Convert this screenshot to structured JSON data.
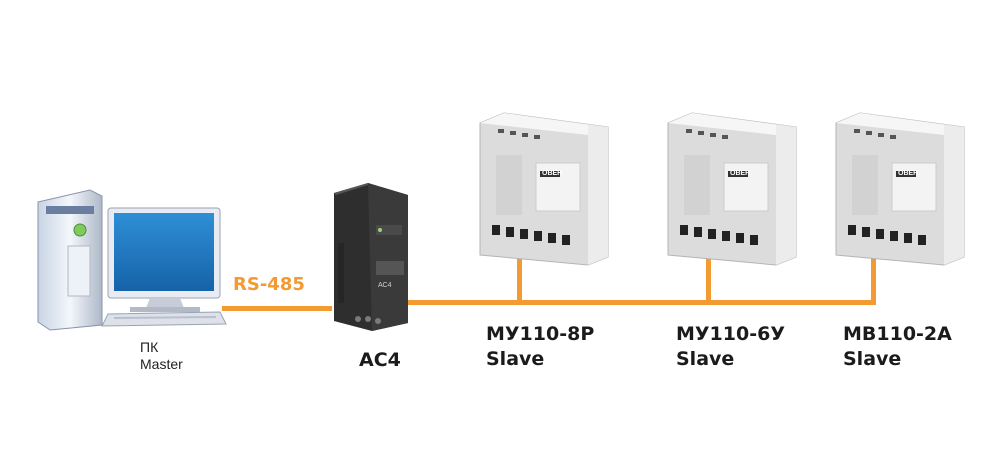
{
  "colors": {
    "bus": "#f39a32",
    "module_body": "#e6e6e6",
    "converter_body": "#2e2e2e"
  },
  "bus_label": "RS-485",
  "pc": {
    "line1": "ПК",
    "line2": "Master"
  },
  "converter": {
    "name": "АС4",
    "device_small_label": "АС4"
  },
  "slaves": [
    {
      "model": "МУ110-8Р",
      "role": "Slave",
      "badge": "ОВЕН"
    },
    {
      "model": "МУ110-6У",
      "role": "Slave",
      "badge": "ОВЕН"
    },
    {
      "model": "МВ110-2А",
      "role": "Slave",
      "badge": "ОВЕН"
    }
  ]
}
